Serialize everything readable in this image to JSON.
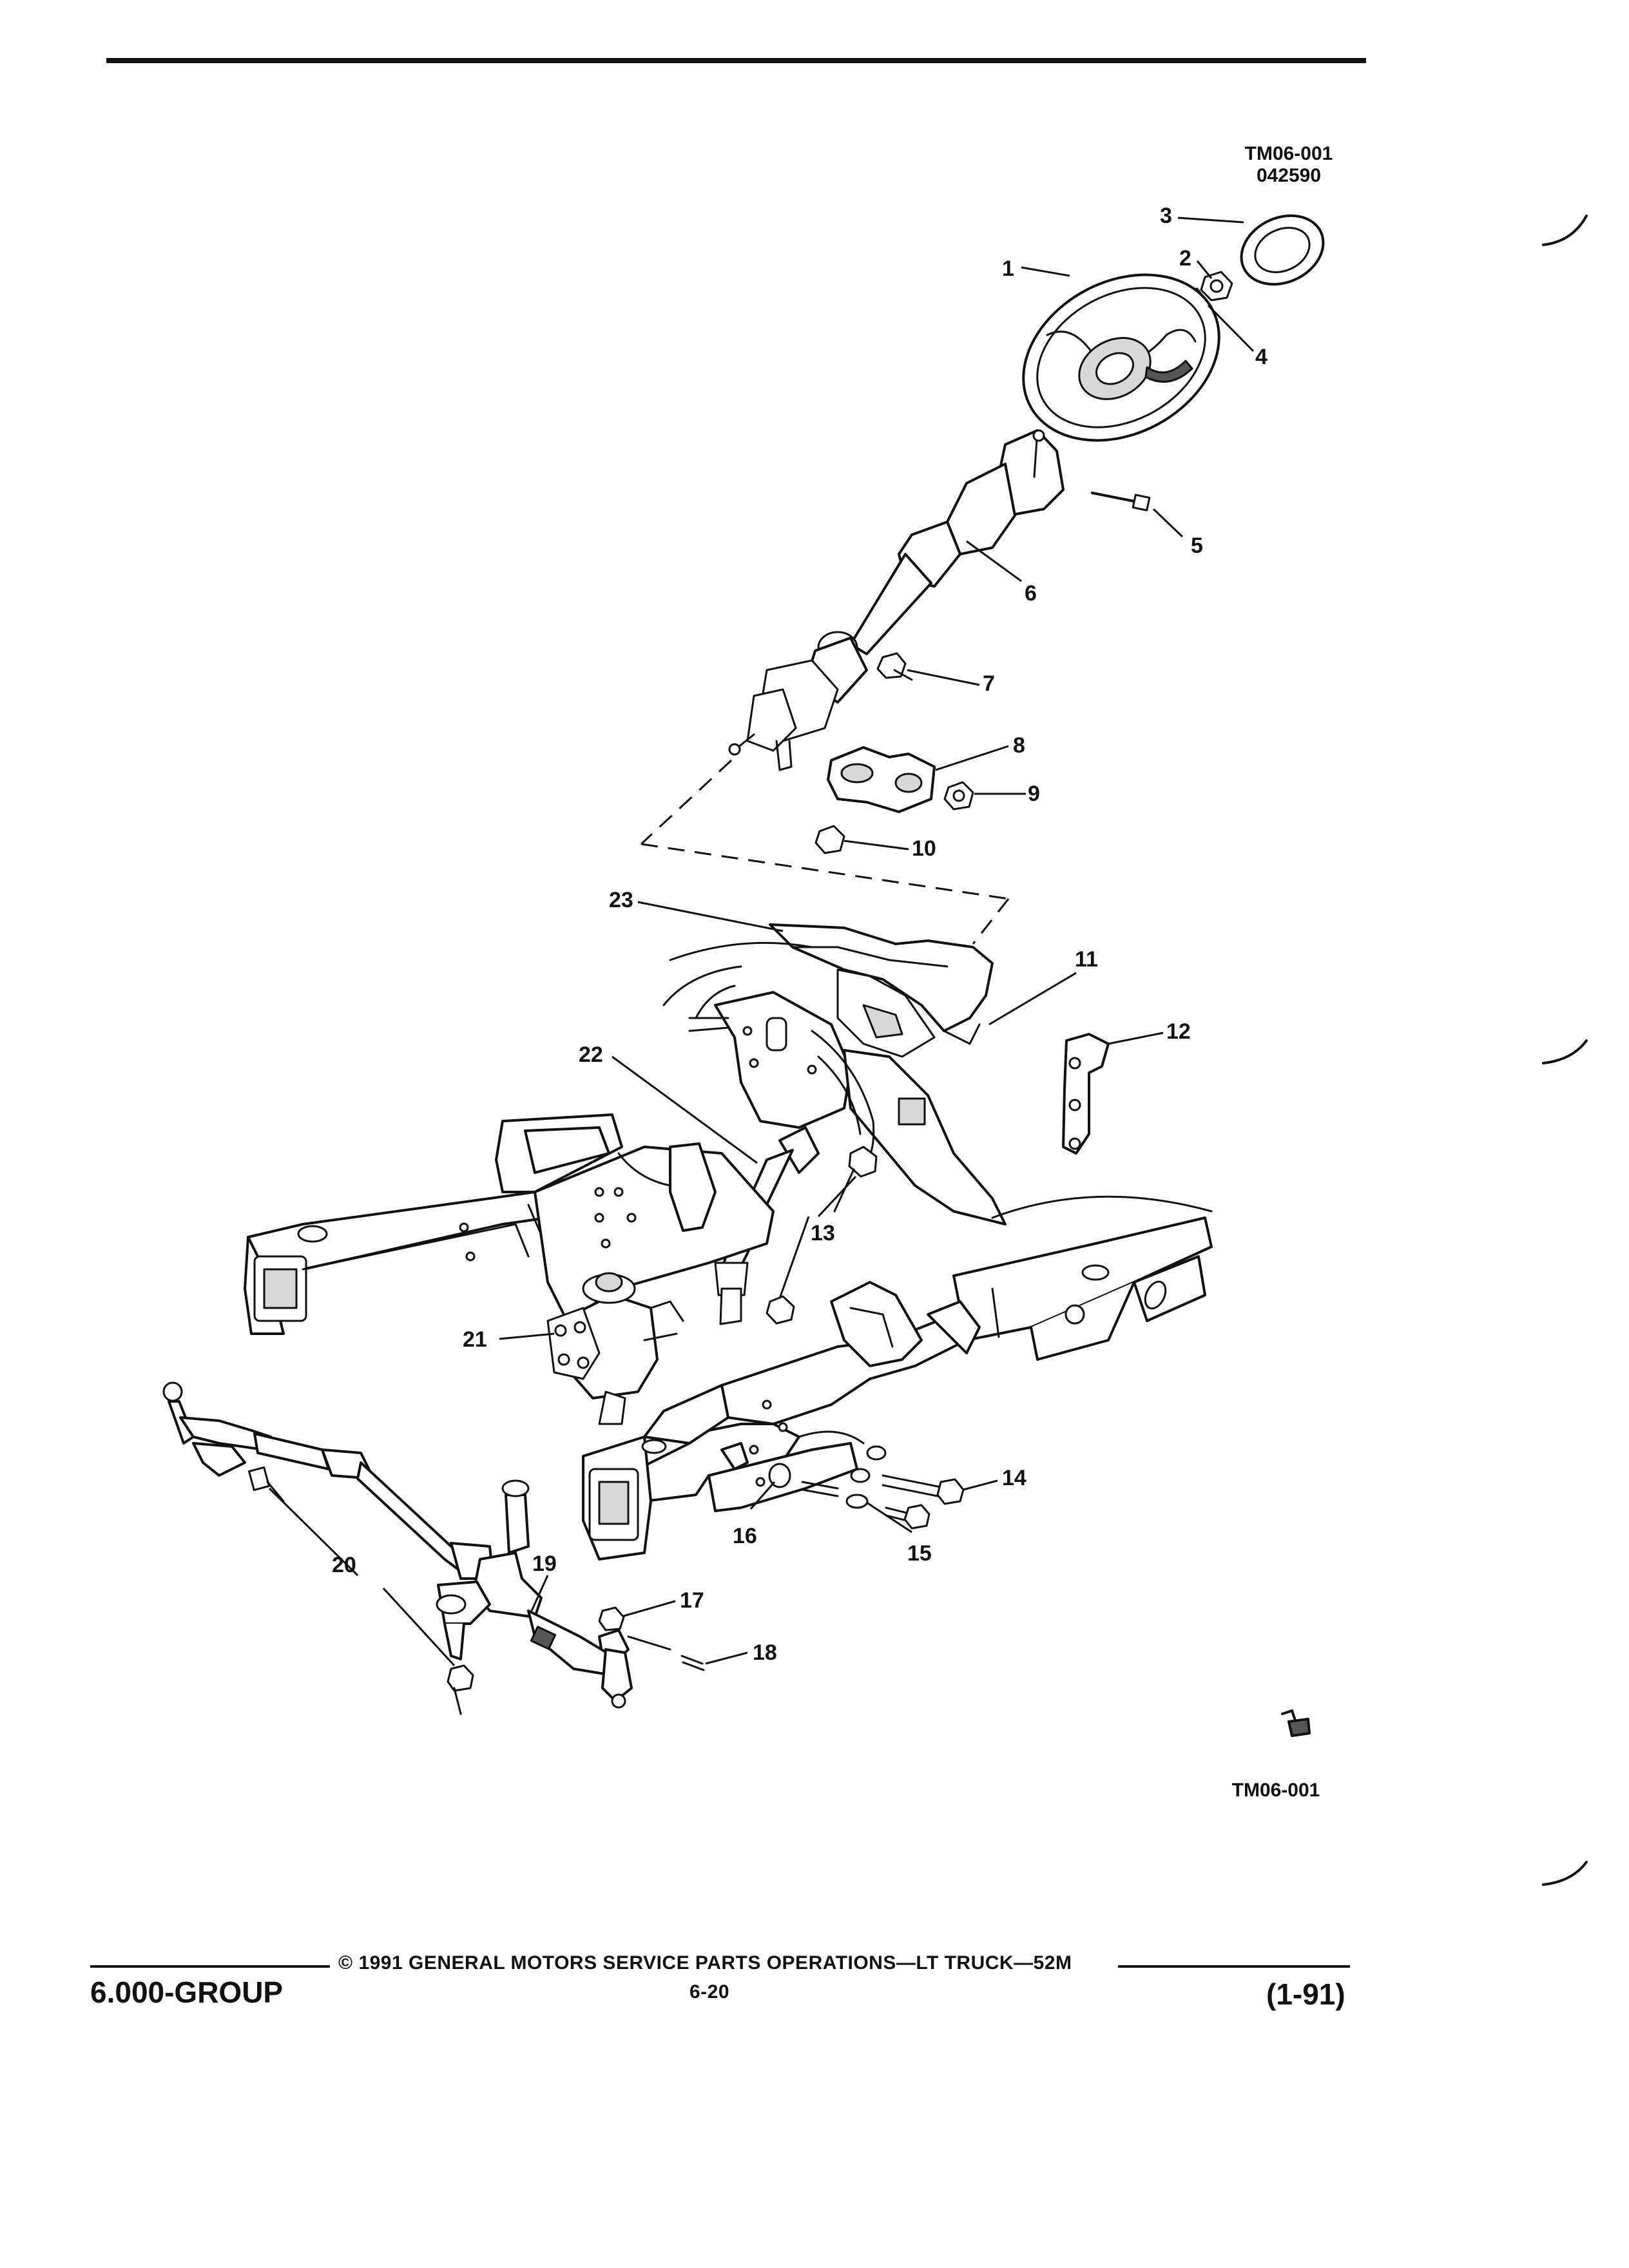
{
  "header": {
    "code_line1": "TM06-001",
    "code_line2": "042590"
  },
  "callouts": [
    "1",
    "2",
    "3",
    "4",
    "5",
    "6",
    "7",
    "8",
    "9",
    "10",
    "11",
    "12",
    "13",
    "14",
    "15",
    "16",
    "17",
    "18",
    "19",
    "20",
    "21",
    "22",
    "23"
  ],
  "figure_code": "TM06-001",
  "footer": {
    "copyright": "© 1991 GENERAL MOTORS SERVICE PARTS OPERATIONS—LT TRUCK—52M",
    "group": "6.000-GROUP",
    "page": "6-20",
    "date": "(1-91)"
  }
}
